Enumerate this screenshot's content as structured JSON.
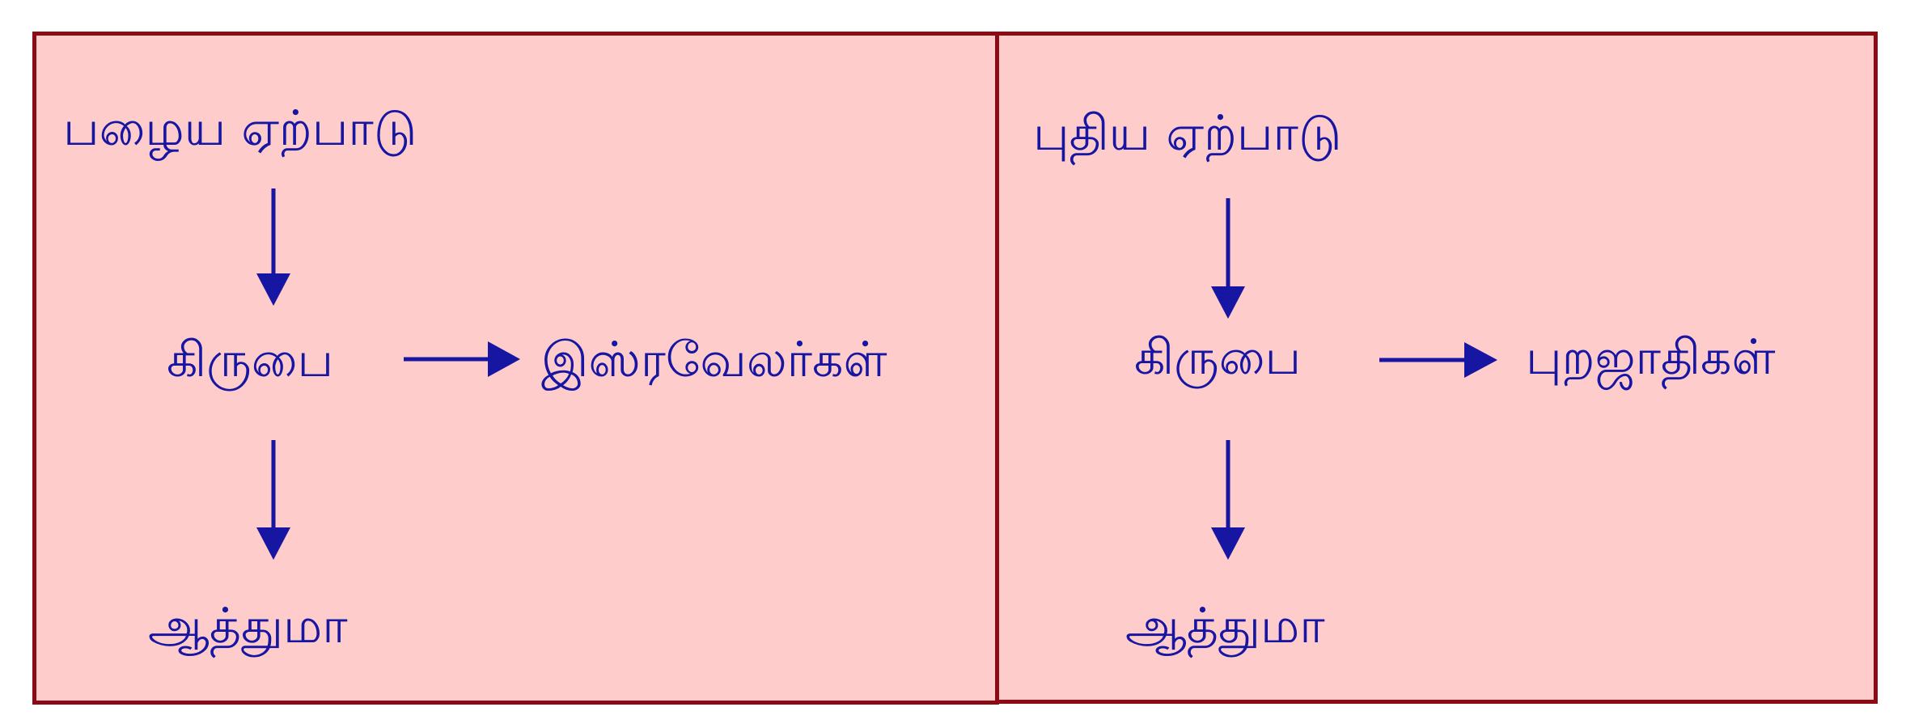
{
  "colors": {
    "box_fill": "#ffcccc",
    "box_border": "#8b0a14",
    "text": "#1616a2",
    "arrow": "#1616a2"
  },
  "left_panel": {
    "title": "பழைய ஏற்பாடு",
    "middle": "கிருபை",
    "target": "இஸ்ரவேலர்கள்",
    "bottom": "ஆத்துமா"
  },
  "right_panel": {
    "title": "புதிய ஏற்பாடு",
    "middle": "கிருபை",
    "target": "புறஜாதிகள்",
    "bottom": "ஆத்துமா"
  }
}
